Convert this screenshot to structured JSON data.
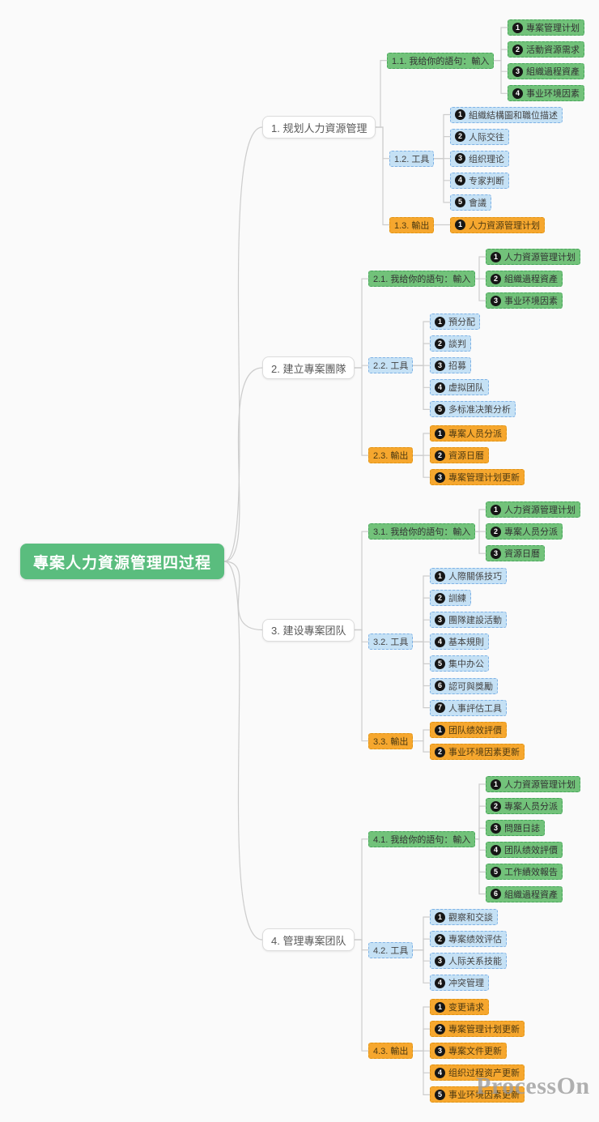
{
  "root": {
    "label": "專案人力資源管理四过程"
  },
  "watermark": "ProcessOn",
  "colors": {
    "root_green": "#5abd7e",
    "node_green": "#72c27a",
    "green_border": "#46a65a",
    "node_blue": "#c5e1f5",
    "blue_border": "#7fb2e5",
    "node_orange": "#f6a72e",
    "orange_border": "#e09313",
    "wire": "#cdcdcd"
  },
  "branches": [
    {
      "label": "1. 规划人力資源管理",
      "groups": [
        {
          "label": "1.1. 我给你的語句：輸入",
          "color": "green",
          "children": [
            {
              "num": "1",
              "label": "專案管理计划"
            },
            {
              "num": "2",
              "label": "活動資源需求"
            },
            {
              "num": "3",
              "label": "組織過程資產"
            },
            {
              "num": "4",
              "label": "事业环境因素"
            }
          ]
        },
        {
          "label": "1.2. 工具",
          "color": "blue",
          "children": [
            {
              "num": "1",
              "label": "組織結構圖和職位描述"
            },
            {
              "num": "2",
              "label": "人际交往"
            },
            {
              "num": "3",
              "label": "组织理论"
            },
            {
              "num": "4",
              "label": "专家判断"
            },
            {
              "num": "5",
              "label": "會議"
            }
          ]
        },
        {
          "label": "1.3. 輸出",
          "color": "orange",
          "children": [
            {
              "num": "1",
              "label": "人力資源管理计划"
            }
          ]
        }
      ]
    },
    {
      "label": "2. 建立專案團隊",
      "groups": [
        {
          "label": "2.1. 我给你的語句：輸入",
          "color": "green",
          "children": [
            {
              "num": "1",
              "label": "人力資源管理计划"
            },
            {
              "num": "2",
              "label": "組織過程資產"
            },
            {
              "num": "3",
              "label": "事业环境因素"
            }
          ]
        },
        {
          "label": "2.2. 工具",
          "color": "blue",
          "children": [
            {
              "num": "1",
              "label": "預分配"
            },
            {
              "num": "2",
              "label": "談判"
            },
            {
              "num": "3",
              "label": "招募"
            },
            {
              "num": "4",
              "label": "虚拟团队"
            },
            {
              "num": "5",
              "label": "多标准决策分析"
            }
          ]
        },
        {
          "label": "2.3. 輸出",
          "color": "orange",
          "children": [
            {
              "num": "1",
              "label": "專案人员分派"
            },
            {
              "num": "2",
              "label": "資源日曆"
            },
            {
              "num": "3",
              "label": "專案管理计划更新"
            }
          ]
        }
      ]
    },
    {
      "label": "3. 建设專案团队",
      "groups": [
        {
          "label": "3.1. 我给你的語句：輸入",
          "color": "green",
          "children": [
            {
              "num": "1",
              "label": "人力資源管理计划"
            },
            {
              "num": "2",
              "label": "專案人员分派"
            },
            {
              "num": "3",
              "label": "資源日曆"
            }
          ]
        },
        {
          "label": "3.2. 工具",
          "color": "blue",
          "children": [
            {
              "num": "1",
              "label": "人際關係技巧"
            },
            {
              "num": "2",
              "label": "訓練"
            },
            {
              "num": "3",
              "label": "團隊建設活動"
            },
            {
              "num": "4",
              "label": "基本規則"
            },
            {
              "num": "5",
              "label": "集中办公"
            },
            {
              "num": "6",
              "label": "認可與獎勵"
            },
            {
              "num": "7",
              "label": "人事評估工具"
            }
          ]
        },
        {
          "label": "3.3. 輸出",
          "color": "orange",
          "children": [
            {
              "num": "1",
              "label": "团队绩效評價"
            },
            {
              "num": "2",
              "label": "事业环境因素更新"
            }
          ]
        }
      ]
    },
    {
      "label": "4. 管理專案团队",
      "groups": [
        {
          "label": "4.1. 我给你的語句：輸入",
          "color": "green",
          "children": [
            {
              "num": "1",
              "label": "人力資源管理计划"
            },
            {
              "num": "2",
              "label": "專案人员分派"
            },
            {
              "num": "3",
              "label": "問題日誌"
            },
            {
              "num": "4",
              "label": "团队绩效評價"
            },
            {
              "num": "5",
              "label": "工作績效報告"
            },
            {
              "num": "6",
              "label": "組織過程資產"
            }
          ]
        },
        {
          "label": "4.2. 工具",
          "color": "blue",
          "children": [
            {
              "num": "1",
              "label": "觀察和交談"
            },
            {
              "num": "2",
              "label": "專案绩效评估"
            },
            {
              "num": "3",
              "label": "人际关系技能"
            },
            {
              "num": "4",
              "label": "冲突管理"
            }
          ]
        },
        {
          "label": "4.3. 輸出",
          "color": "orange",
          "children": [
            {
              "num": "1",
              "label": "变更请求"
            },
            {
              "num": "2",
              "label": "專案管理计划更新"
            },
            {
              "num": "3",
              "label": "專案文件更新"
            },
            {
              "num": "4",
              "label": "组织过程资产更新"
            },
            {
              "num": "5",
              "label": "事业环境因素更新"
            }
          ]
        }
      ]
    }
  ]
}
